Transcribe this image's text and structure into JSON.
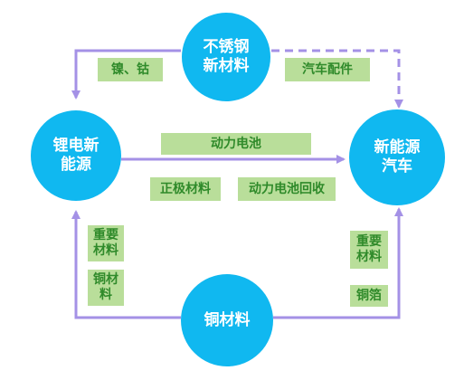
{
  "nodes": {
    "stainless": {
      "lines": [
        "不锈钢",
        "新材料"
      ]
    },
    "lithium": {
      "lines": [
        "锂电新",
        "能源"
      ]
    },
    "nev": {
      "lines": [
        "新能源",
        "汽车"
      ]
    },
    "copper": {
      "lines": [
        "铜材料"
      ]
    }
  },
  "edge_labels": {
    "nickel_cobalt": "镍、钴",
    "auto_parts": "汽车配件",
    "power_battery": "动力电池",
    "cathode_material": "正极材料",
    "battery_recycling": "动力电池回收",
    "key_material_left": [
      "重要",
      "材料"
    ],
    "copper_material_left": [
      "铜材",
      "料"
    ],
    "key_material_right": [
      "重要",
      "材料"
    ],
    "copper_foil": "铜箔"
  },
  "colors": {
    "node_fill": "#10b8f0",
    "node_text": "#ffffff",
    "arrow": "#a491e6",
    "tag_fill": "#b9de9a",
    "tag_text": "#2f8a2a"
  }
}
